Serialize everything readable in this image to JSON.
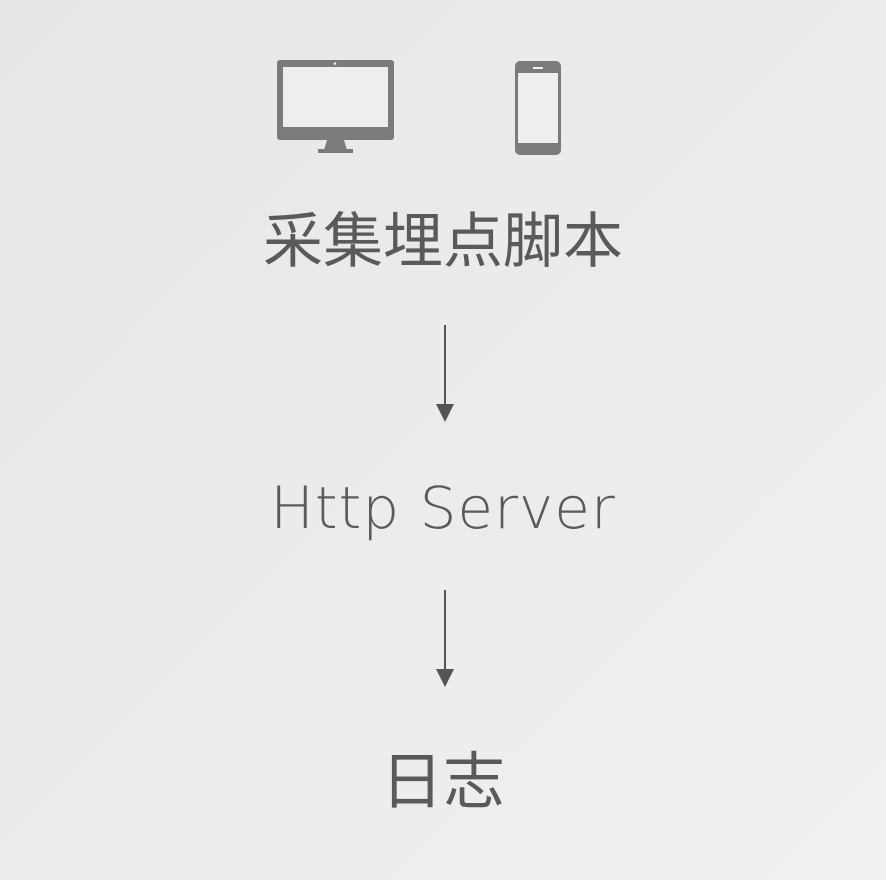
{
  "nodes": {
    "collector": "采集埋点脚本",
    "server": "Http Server",
    "log": "日志"
  },
  "icons": [
    "desktop-monitor-icon",
    "mobile-phone-icon"
  ],
  "colors": {
    "icon": "#7b7b7b",
    "text": "#5a5a5a"
  }
}
